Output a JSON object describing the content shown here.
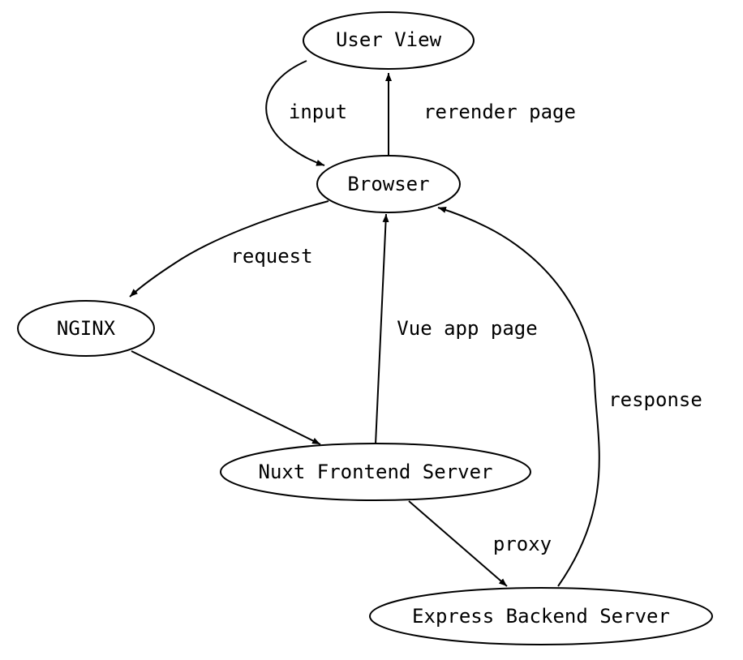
{
  "nodes": {
    "user_view": "User View",
    "browser": "Browser",
    "nginx": "NGINX",
    "nuxt": "Nuxt Frontend Server",
    "express": "Express Backend Server"
  },
  "edges": {
    "input": "input",
    "rerender": "rerender page",
    "request": "request",
    "vue_app": "Vue app page",
    "response": "response",
    "proxy": "proxy"
  }
}
